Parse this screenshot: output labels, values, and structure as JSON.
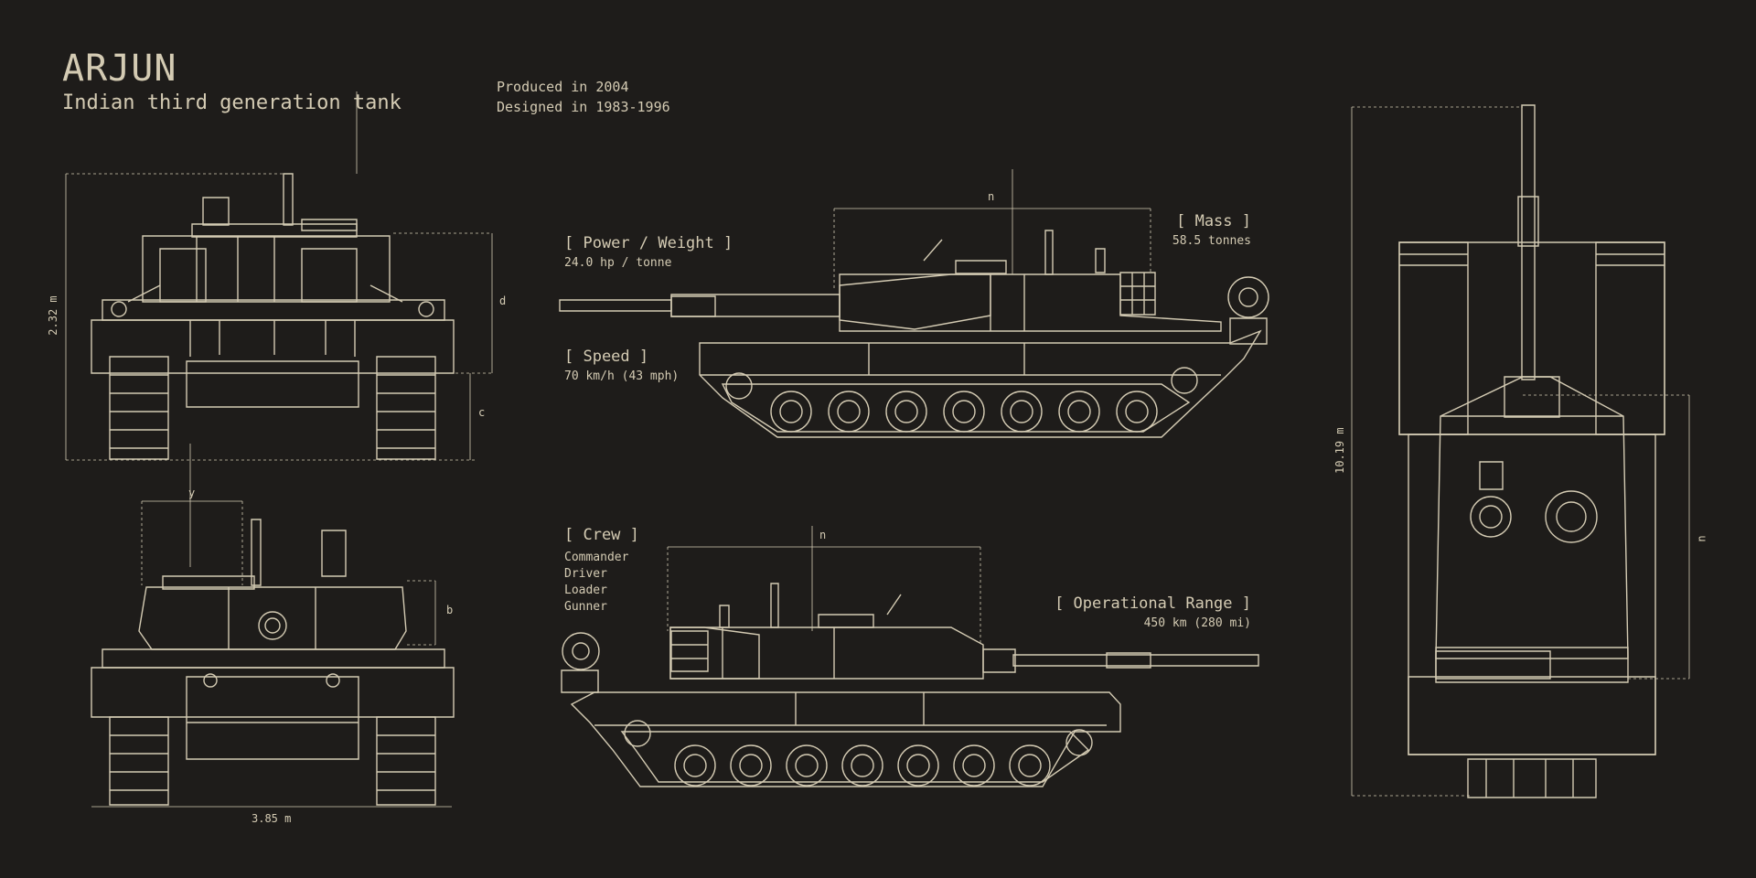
{
  "header": {
    "title": "ARJUN",
    "subtitle": "Indian third generation tank",
    "produced": "Produced in 2004",
    "designed": "Designed in 1983-1996"
  },
  "specs": {
    "power_weight": {
      "label": "[ Power / Weight ]",
      "value": "24.0 hp / tonne"
    },
    "speed": {
      "label": "[ Speed ]",
      "value": "70 km/h (43 mph)"
    },
    "mass": {
      "label": "[ Mass ]",
      "value": "58.5 tonnes"
    },
    "crew": {
      "label": "[ Crew ]",
      "members": [
        "Commander",
        "Driver",
        "Loader",
        "Gunner"
      ]
    },
    "range": {
      "label": "[ Operational Range ]",
      "value": "450 km (280 mi)"
    }
  },
  "dimensions": {
    "height": "2.32 m",
    "width": "3.85 m",
    "length": "10.19 m",
    "d": "d",
    "c": "c",
    "b": "b",
    "y": "y",
    "n": "n"
  },
  "colors": {
    "background": "#1e1c1a",
    "line": "#d4cbb3"
  }
}
